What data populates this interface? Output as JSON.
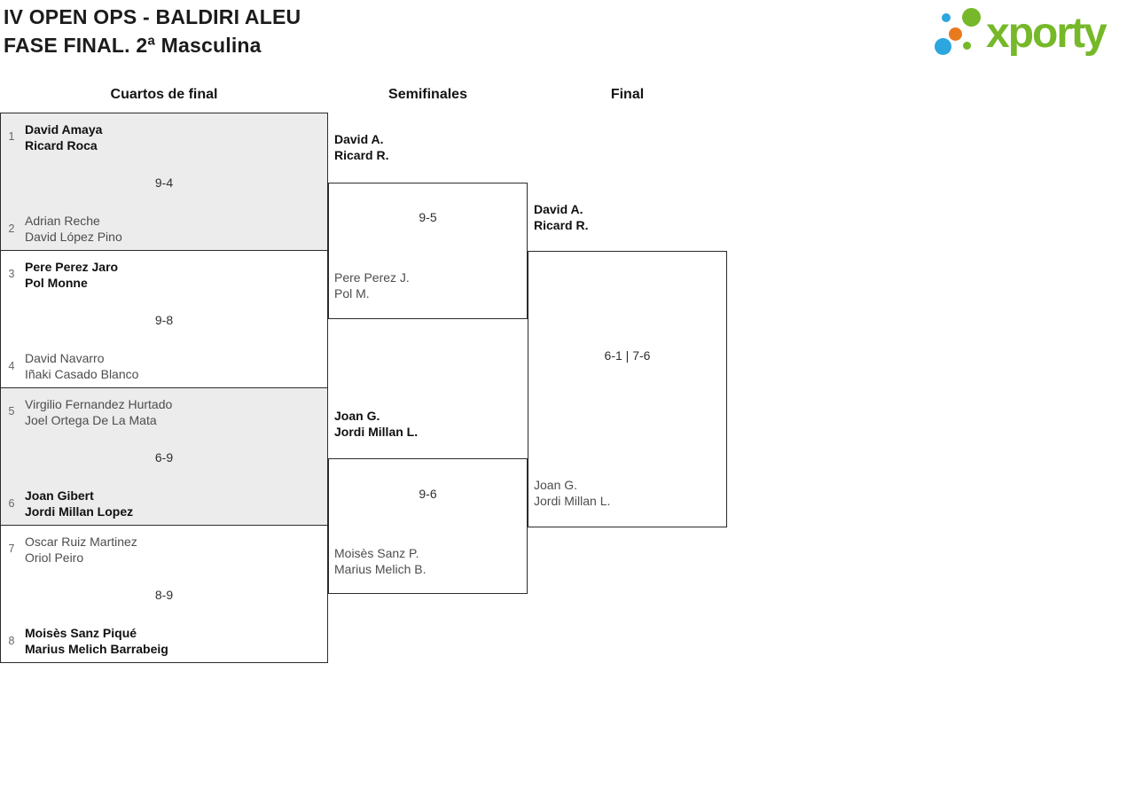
{
  "header": {
    "title_line1": "IV OPEN OPS - BALDIRI ALEU",
    "title_line2": "FASE FINAL. 2ª Masculina"
  },
  "logo": {
    "text": "xporty"
  },
  "colors": {
    "brand_green": "#76b829",
    "brand_blue": "#2ba6de",
    "brand_orange": "#e87a1e",
    "bracket_border": "#2b2b2b",
    "shaded_section": "#ececec",
    "winner_text": "#101010",
    "loser_text": "#4d4d4d"
  },
  "round_headers": {
    "quarterfinals": "Cuartos de final",
    "semifinals": "Semifinales",
    "final": "Final"
  },
  "bracket": {
    "quarterfinals": [
      {
        "seed_top": "1",
        "team_top": [
          "David Amaya",
          "Ricard Roca"
        ],
        "team_top_winner": true,
        "score": "9-4",
        "seed_bottom": "2",
        "team_bottom": [
          "Adrian Reche",
          "David López Pino"
        ],
        "team_bottom_winner": false,
        "shaded": true
      },
      {
        "seed_top": "3",
        "team_top": [
          "Pere Perez Jaro",
          "Pol Monne"
        ],
        "team_top_winner": true,
        "score": "9-8",
        "seed_bottom": "4",
        "team_bottom": [
          "David Navarro",
          "Iñaki Casado Blanco"
        ],
        "team_bottom_winner": false,
        "shaded": false
      },
      {
        "seed_top": "5",
        "team_top": [
          "Virgilio Fernandez Hurtado",
          "Joel Ortega De La Mata"
        ],
        "team_top_winner": false,
        "score": "6-9",
        "seed_bottom": "6",
        "team_bottom": [
          "Joan Gibert",
          "Jordi Millan Lopez"
        ],
        "team_bottom_winner": true,
        "shaded": true
      },
      {
        "seed_top": "7",
        "team_top": [
          "Oscar Ruiz Martinez",
          "Oriol Peiro"
        ],
        "team_top_winner": false,
        "score": "8-9",
        "seed_bottom": "8",
        "team_bottom": [
          "Moisès Sanz Piqué",
          "Marius Melich Barrabeig"
        ],
        "team_bottom_winner": true,
        "shaded": false
      }
    ],
    "semifinals": [
      {
        "team_top": [
          "David A.",
          "Ricard R."
        ],
        "team_top_winner": true,
        "score": "9-5",
        "team_bottom": [
          "Pere Perez J.",
          "Pol M."
        ],
        "team_bottom_winner": false
      },
      {
        "team_top": [
          "Joan G.",
          "Jordi Millan L."
        ],
        "team_top_winner": true,
        "score": "9-6",
        "team_bottom": [
          "Moisès Sanz P.",
          "Marius Melich B."
        ],
        "team_bottom_winner": false
      }
    ],
    "final": {
      "team_top": [
        "David A.",
        "Ricard R."
      ],
      "team_top_winner": true,
      "score": "6-1 | 7-6",
      "team_bottom": [
        "Joan G.",
        "Jordi Millan L."
      ],
      "team_bottom_winner": false
    }
  }
}
